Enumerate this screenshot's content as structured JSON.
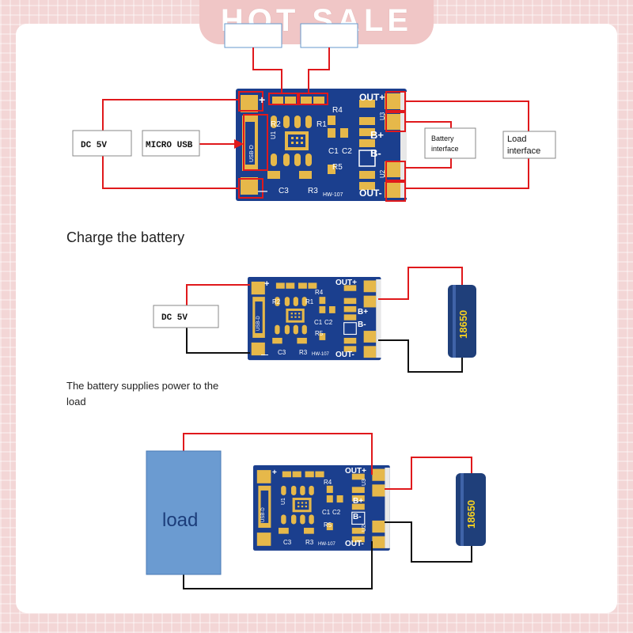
{
  "banner": {
    "text": "HOT SALE"
  },
  "section1": {
    "dc_label": "DC 5V",
    "usb_label": "MICRO USB",
    "battery_label_line1": "Battery",
    "battery_label_line2": "interface",
    "load_label_line1": "Load",
    "load_label_line2": "interface",
    "caption": "Charge the battery"
  },
  "section2": {
    "dc_label": "DC 5V",
    "cell_label": "18650",
    "caption_line1": "The battery supplies power to the",
    "caption_line2": "load"
  },
  "section3": {
    "load_label": "load",
    "cell_label": "18650"
  },
  "pcb": {
    "model": "HW-107",
    "usb_text": "USB-D",
    "plus": "+",
    "minus": "—",
    "out_plus": "OUT+",
    "out_minus": "OUT-",
    "b_plus": "B+",
    "b_minus": "B-",
    "r1": "R1",
    "r2": "R2",
    "r3": "R3",
    "r4": "R4",
    "r5": "R5",
    "c1": "C1",
    "c2": "C2",
    "c3": "C3",
    "u1": "U1",
    "u2": "U2",
    "u3": "U3"
  },
  "colors": {
    "pcb": "#1b3f8e",
    "pad": "#e6b84a",
    "wire_red": "#e0191c",
    "wire_black": "#111111",
    "battery_body": "#1f3f7a",
    "battery_text": "#f5d020",
    "load_box": "#6b9bd1",
    "load_text": "#1c3d7a",
    "banner": "#f0c6c6"
  }
}
